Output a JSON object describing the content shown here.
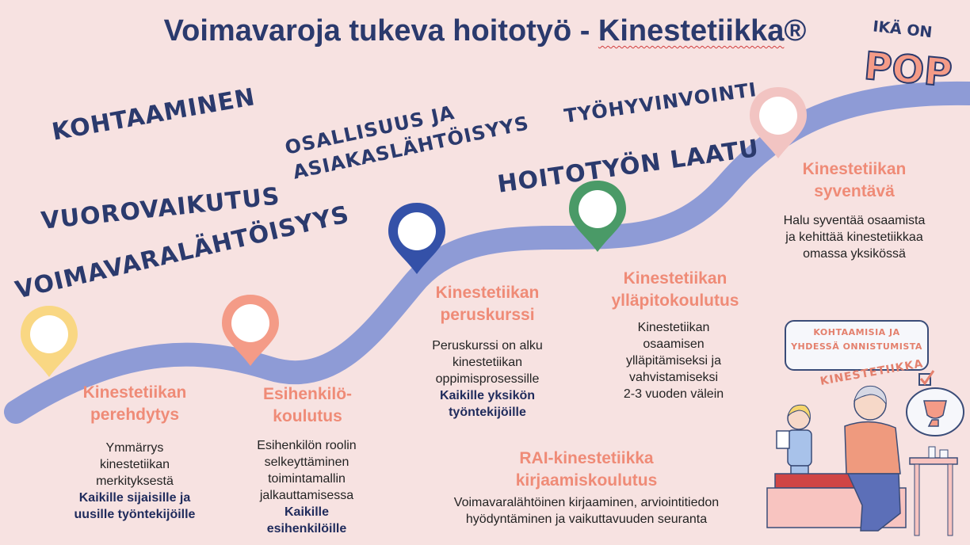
{
  "title": {
    "prefix": "Voimavaroja tukeva hoitotyö - ",
    "highlight": "Kinestetiikka",
    "symbol": "®"
  },
  "brand": {
    "line1": "IKÄ ON",
    "line2": "POP"
  },
  "keywords": {
    "kohtaaminen": "KOHTAAMINEN",
    "vuorovaikutus": "VUOROVAIKUTUS",
    "voimavaralahtoisyys": "VOIMAVARALÄHTÖISYYS",
    "osallisuus_line1": "OSALLISUUS JA",
    "osallisuus_line2": "ASIAKASLÄHTÖISYYS",
    "hoitotyon_laatu": "HOITOTYÖN LAATU",
    "tyohyvinvointi": "TYÖHYVINVOINTI"
  },
  "steps": [
    {
      "id": "perehdytys",
      "heading_line1": "Kinestetiikan",
      "heading_line2": "perehdytys",
      "desc_lines": [
        "Ymmärrys",
        "kinestetiikan",
        "merkityksestä"
      ],
      "bold_lines": [
        "Kaikille sijaisille ja",
        "uusille työntekijöille"
      ],
      "pin_color": "#f9d783"
    },
    {
      "id": "esihenkilo",
      "heading_line1": "Esihenkilö-",
      "heading_line2": "koulutus",
      "desc_lines": [
        "Esihenkilön roolin",
        "selkeyttäminen",
        "toimintamallin",
        "jalkauttamisessa"
      ],
      "bold_lines": [
        "Kaikille",
        "esihenkilöille"
      ],
      "pin_color": "#f49b87"
    },
    {
      "id": "peruskurssi",
      "heading_line1": "Kinestetiikan",
      "heading_line2": "peruskurssi",
      "desc_lines": [
        "Peruskurssi on alku",
        "kinestetiikan",
        "oppimisprosessille"
      ],
      "bold_lines": [
        "Kaikille yksikön",
        "työntekijöille"
      ],
      "pin_color": "#3451a8"
    },
    {
      "id": "yllapito",
      "heading_line1": "Kinestetiikan",
      "heading_line2": "ylläpitokoulutus",
      "desc_lines": [
        "Kinestetiikan",
        "osaamisen",
        "ylläpitämiseksi ja",
        "vahvistamiseksi",
        "2-3 vuoden välein"
      ],
      "bold_lines": [],
      "pin_color": "#4a9a67"
    },
    {
      "id": "syventava",
      "heading_line1": "Kinestetiikan",
      "heading_line2": "syventävä",
      "desc_lines": [
        "Halu syventää osaamista",
        "ja kehittää kinestetiikkaa",
        "omassa yksikössä"
      ],
      "bold_lines": [],
      "pin_color": "#f2c4c2"
    }
  ],
  "rai": {
    "heading_line1": "RAI-kinestetiikka",
    "heading_line2": "kirjaamiskoulutus",
    "desc_lines": [
      "Voimavaralähtöinen kirjaaminen, arviointitiedon",
      "hyödyntäminen ja vaikuttavuuden seuranta"
    ]
  },
  "illustration": {
    "speech_line1": "KOHTAAMISIA JA",
    "speech_line2": "YHDESSÄ ONNISTUMISTA",
    "tag": "KINESTETIIKKA"
  },
  "colors": {
    "background": "#f7e2e1",
    "path": "#8e9bd6",
    "title": "#2b3a6d",
    "heading": "#ef8b77"
  }
}
